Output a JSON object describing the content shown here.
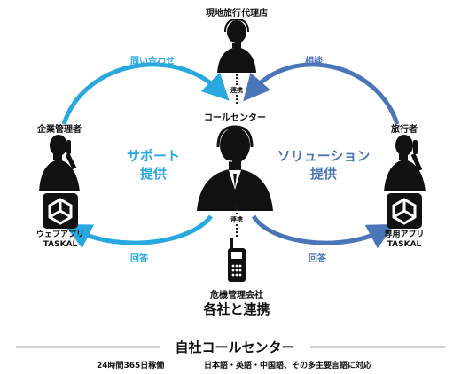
{
  "nodes": {
    "agency": {
      "label": "現地旅行代理店"
    },
    "manager": {
      "label": "企業管理者"
    },
    "callcenter": {
      "label": "コールセンター"
    },
    "traveler": {
      "label": "旅行者"
    },
    "crisis": {
      "label": "危機管理会社"
    }
  },
  "links": {
    "top": "連携",
    "bottom": "連携"
  },
  "arrows": {
    "inquiry": "問い合わせ",
    "consult": "相談",
    "answer_left": "回答",
    "answer_right": "回答"
  },
  "center_left": {
    "line1": "サポート",
    "line2": "提供"
  },
  "center_right": {
    "line1": "ソリューション",
    "line2": "提供"
  },
  "apps": {
    "web": {
      "line1": "ウェブアプリ",
      "line2": "TASKAL"
    },
    "dedicated": {
      "line1": "専用アプリ",
      "line2": "TASKAL"
    }
  },
  "partner_heading": "各社と連携",
  "footer": {
    "title": "自社コールセンター",
    "note_left": "24時間365日稼働",
    "note_right": "日本語・英語・中国語、その多主要言語に対応"
  },
  "colors": {
    "cyan": "#29a8e0",
    "navy": "#4a76b8",
    "silhouette": "#111111"
  }
}
